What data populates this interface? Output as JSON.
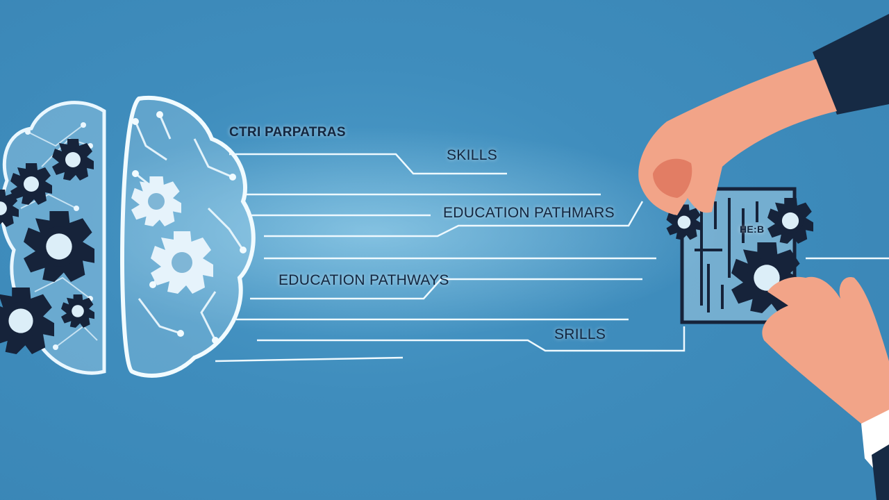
{
  "labels": {
    "top_header": "CTRI PARPATRAS",
    "skills_1": "SKILLS",
    "education_1": "EDUCATION PATHMARS",
    "education_2": "EDUCATION PATHWAYS",
    "skills_2": "SRILLS",
    "panel_tag": "HE:B"
  },
  "colors": {
    "background": "#4a95c2",
    "navy": "#13263f",
    "glow_white": "#eaf7ff",
    "skin": "#f2a488",
    "sleeve": "#162a44"
  },
  "icons": [
    "brain-outline-icon",
    "gear-icon",
    "hand-icon",
    "circuit-panel-icon"
  ]
}
